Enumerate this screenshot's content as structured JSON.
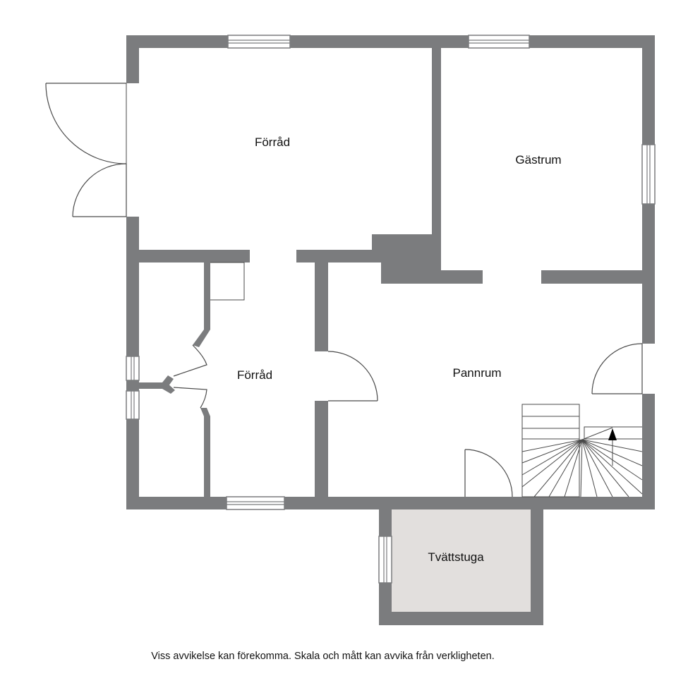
{
  "colors": {
    "wall": "#7b7c7e",
    "laundry_floor": "#e2dfdd",
    "background": "#ffffff"
  },
  "rooms": {
    "storage_top": "Förråd",
    "guest_room": "Gästrum",
    "storage_middle": "Förråd",
    "boiler_room": "Pannrum",
    "laundry_room": "Tvättstuga"
  },
  "disclaimer": "Viss avvikelse kan förekomma. Skala och mått kan avvika från verkligheten."
}
